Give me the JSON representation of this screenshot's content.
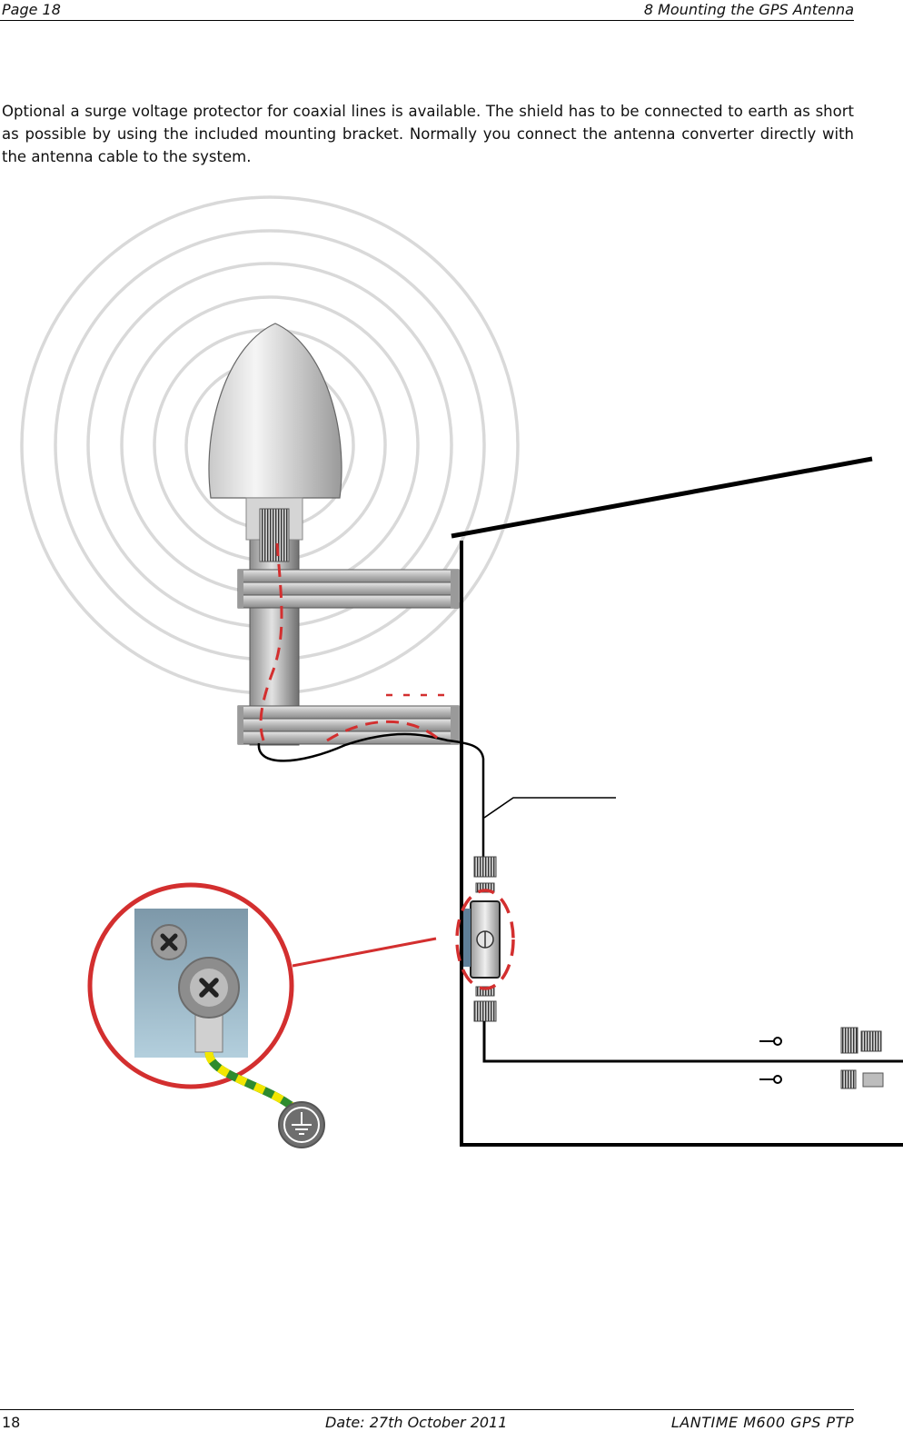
{
  "header": {
    "left": "Page 18",
    "right": "8  Mounting the GPS Antenna"
  },
  "body": {
    "paragraph": "Optional a surge voltage protector for coaxial lines is available. The shield has to be connected to earth as short as possible by using the included mounting bracket. Normally you connect the antenna converter directly with the antenna cable to the system."
  },
  "footer": {
    "page_number": "18",
    "date": "Date: 27th October 2011",
    "product": "LANTIME M600 GPS PTP"
  },
  "colors": {
    "highlight_red": "#d32f2f",
    "ground_wire_green": "#2e8b2e",
    "ground_wire_yellow": "#f2e600",
    "signal_rings": "#d9d9d9"
  },
  "icons": [
    "screw-icon",
    "ground-symbol-icon",
    "connector-icon"
  ]
}
